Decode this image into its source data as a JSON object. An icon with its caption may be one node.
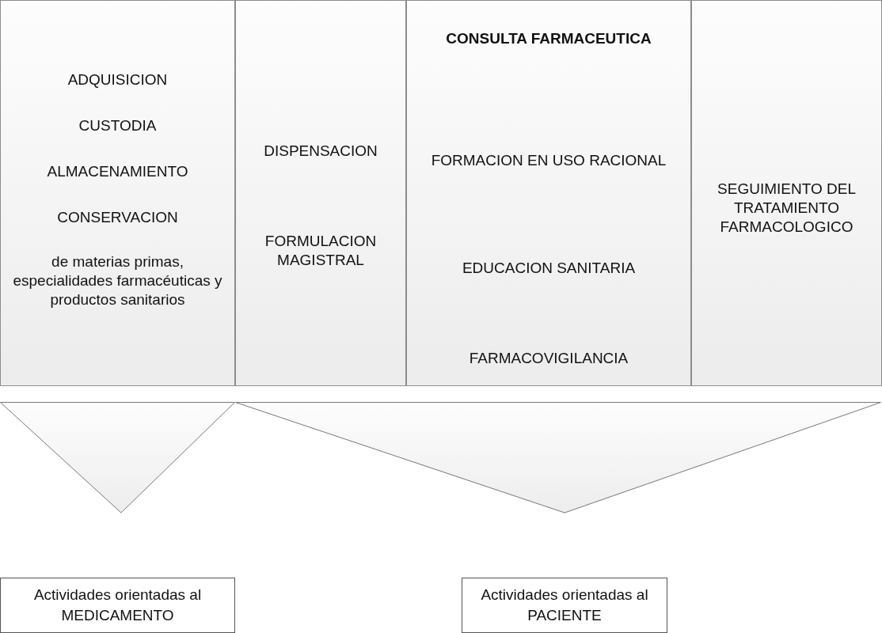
{
  "diagram": {
    "nodes": [
      {
        "text": [
          "ADQUISICION",
          "CUSTODIA",
          "ALMACENAMIENTO",
          "CONSERVACION",
          "de materias primas, especialidades farmacéuticas y productos sanitarios"
        ]
      },
      {
        "text": [
          "DISPENSACION",
          "FORMULACION MAGISTRAL"
        ]
      },
      {
        "text": [
          "CONSULTA FARMACEUTICA",
          "FORMACION EN USO RACIONAL",
          "EDUCACION SANITARIA",
          "FARMACOVIGILANCIA"
        ]
      },
      {
        "text": [
          "SEGUIMIENTO DEL TRATAMIENTO FARMACOLOGICO"
        ]
      },
      {
        "text": [],
        "shape": "triangle"
      },
      {
        "text": [],
        "shape": "triangle"
      },
      {
        "text": [
          "Actividades orientadas al MEDICAMENTO"
        ]
      },
      {
        "text": [
          "Actividades orientadas al PACIENTE"
        ]
      }
    ]
  }
}
